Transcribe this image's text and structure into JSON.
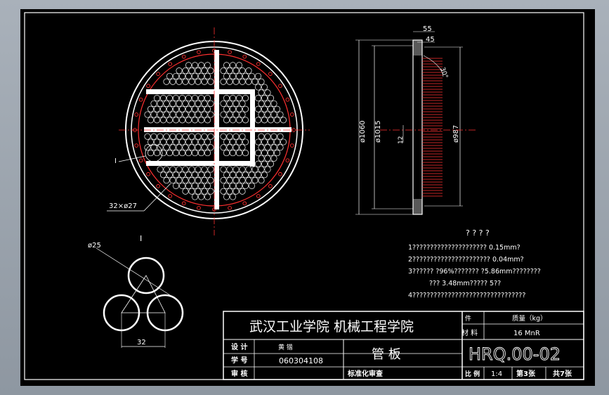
{
  "front_view": {
    "detail_callout": "I",
    "hole_pattern": "32×ø27"
  },
  "side_view": {
    "dim_top_1": "55",
    "dim_top_2": "45",
    "angle": "30°",
    "dia_outer": "ø1060",
    "dia_bolt": "ø1015",
    "dia_inner": "ø987",
    "thickness": "12"
  },
  "detail": {
    "title": "I",
    "hole_dia": "ø25",
    "pitch": "32"
  },
  "notes": {
    "heading": "? ? ? ?",
    "lines": [
      "1????????????????????? 0.15mm?",
      "2?????????????????????? 0.04mm?",
      "3?????? ?96%??????? ?5.86mm????????",
      "??? 3.48mm????? 5??",
      "4????????????????????????????????"
    ]
  },
  "title_block": {
    "school": "武汉工业学院 机械工程学院",
    "label_material_top": "件",
    "label_material": "材 料",
    "label_mass": "质量（kg）",
    "material_value": "16 MnR",
    "label_design": "设 计",
    "designer": "黄 锴",
    "label_id": "学 号",
    "student_id": "060304108",
    "label_review": "审 核",
    "label_standard": "标准化审查",
    "part_name": "管     板",
    "drawing_no": "HRQ.00-02",
    "label_scale": "比 例",
    "scale": "1:4",
    "sheet_no": "第3张",
    "sheet_total": "共7张"
  },
  "colors": {
    "sheet": "#000000",
    "line": "#ffffff",
    "accent": "#ff3030"
  }
}
